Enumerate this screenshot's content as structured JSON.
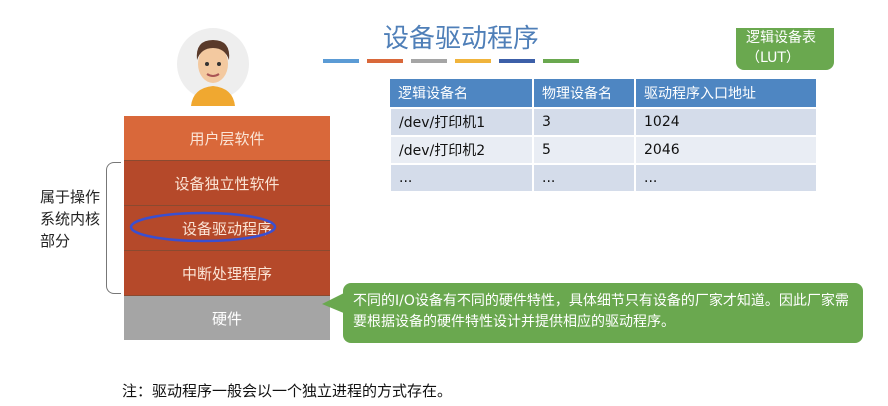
{
  "title": "设备驱动程序",
  "layers": [
    "用户层软件",
    "设备独立性软件",
    "设备驱动程序",
    "中断处理程序",
    "硬件"
  ],
  "brace_label": "属于操作系统内核部分",
  "lut_label": "逻辑设备表（LUT）",
  "table": {
    "headers": [
      "逻辑设备名",
      "物理设备名",
      "驱动程序入口地址"
    ],
    "rows": [
      [
        "/dev/打印机1",
        "3",
        "1024"
      ],
      [
        "/dev/打印机2",
        "5",
        "2046"
      ],
      [
        "...",
        "...",
        "..."
      ]
    ]
  },
  "callout": "不同的I/O设备有不同的硬件特性，具体细节只有设备的厂家才知道。因此厂家需要根据设备的硬件特性设计并提供相应的驱动程序。",
  "note": "注：驱动程序一般会以一个独立进程的方式存在。",
  "colors": {
    "title": "#4f7fb8",
    "green": "#6aa84f",
    "header": "#4e86c2"
  }
}
